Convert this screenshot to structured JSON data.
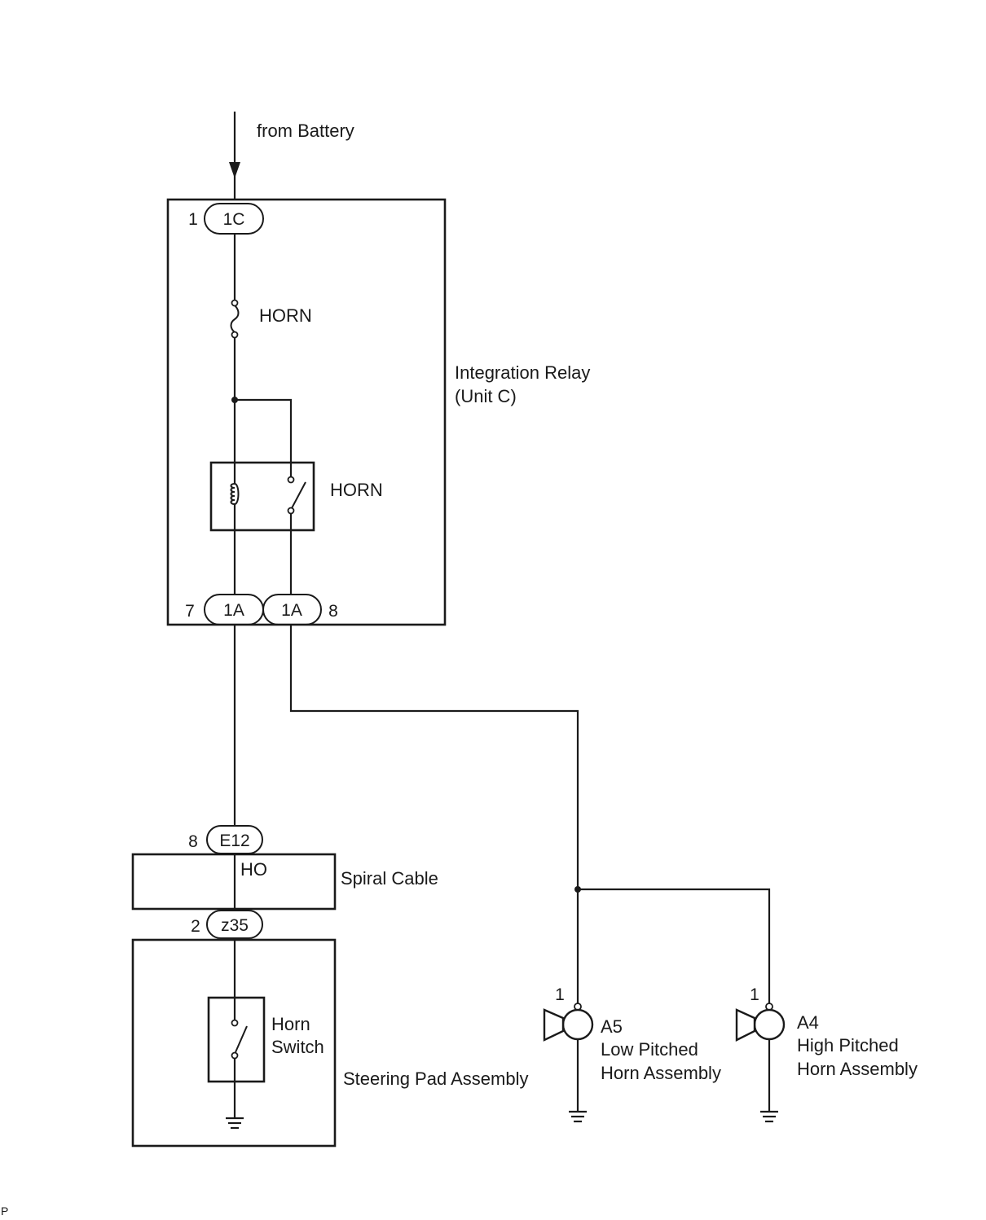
{
  "source_label": "from Battery",
  "integration_relay": {
    "label_line1": "Integration Relay",
    "label_line2": "(Unit C)",
    "fuse_label": "HORN",
    "relay_label": "HORN",
    "connector_in": {
      "id": "1C",
      "pin": "1"
    },
    "connector_out_left": {
      "id": "1A",
      "pin": "7"
    },
    "connector_out_right": {
      "id": "1A",
      "pin": "8"
    }
  },
  "spiral_cable": {
    "label": "Spiral Cable",
    "signal": "HO",
    "connector_top": {
      "id": "E12",
      "pin": "8"
    },
    "connector_bottom": {
      "id": "z35",
      "pin": "2"
    }
  },
  "steering_pad": {
    "label": "Steering Pad Assembly",
    "switch_label_line1": "Horn",
    "switch_label_line2": "Switch"
  },
  "horn_low": {
    "pin": "1",
    "id": "A5",
    "line1": "Low Pitched",
    "line2": "Horn Assembly"
  },
  "horn_high": {
    "pin": "1",
    "id": "A4",
    "line1": "High Pitched",
    "line2": "Horn Assembly"
  },
  "corner_mark": "P"
}
